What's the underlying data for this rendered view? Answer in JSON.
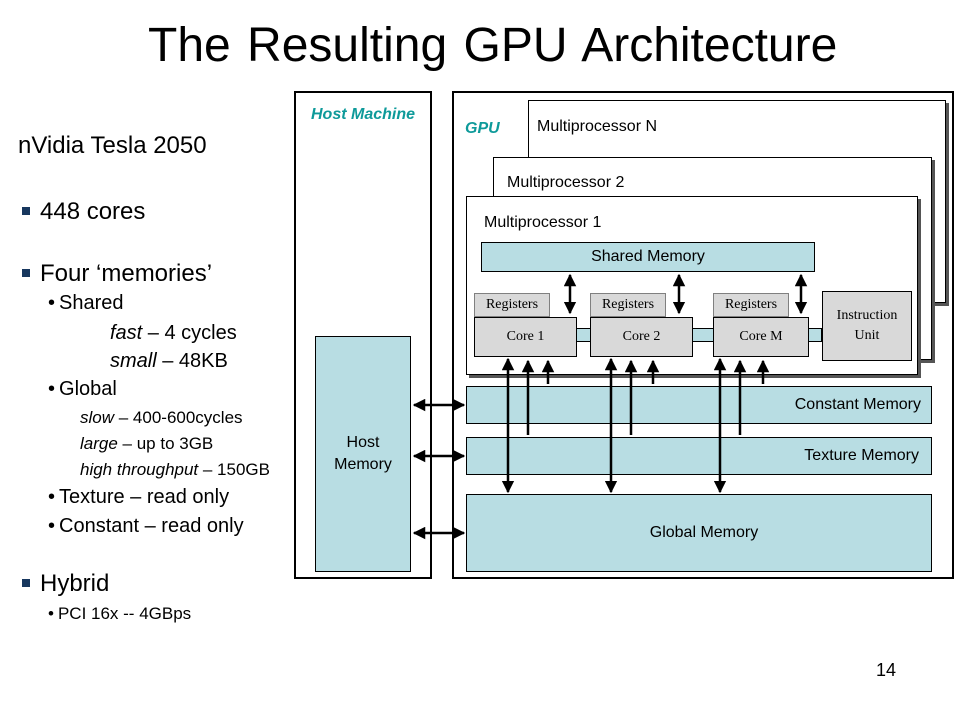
{
  "title": "The Resulting GPU Architecture",
  "page_number": "14",
  "left": {
    "heading": "nVidia Tesla 2050",
    "cores": "448 cores",
    "memories": "Four ‘memories’",
    "shared": {
      "label": "Shared",
      "fast_word": "fast",
      "fast_rest": " – 4 cycles",
      "small_word": "small",
      "small_rest": " – 48KB"
    },
    "global": {
      "label": "Global",
      "slow_word": "slow",
      "slow_rest": " – 400-600cycles",
      "large_word": "large",
      "large_rest": " – up to 3GB",
      "throughput_word": "high throughput",
      "throughput_rest": " – 150GB"
    },
    "texture": "Texture – read only",
    "constant": "Constant – read only",
    "hybrid": "Hybrid",
    "pci": "PCI 16x -- 4GBps"
  },
  "diagram": {
    "host_machine": "Host Machine",
    "host_memory": "Host Memory",
    "gpu": "GPU",
    "mp_n": "Multiprocessor N",
    "mp_2": "Multiprocessor 2",
    "mp_1": "Multiprocessor 1",
    "shared_memory": "Shared Memory",
    "registers": [
      "Registers",
      "Registers",
      "Registers"
    ],
    "cores": [
      "Core 1",
      "Core 2",
      "Core M"
    ],
    "instruction_unit": "Instruction Unit",
    "constant_memory": "Constant Memory",
    "texture_memory": "Texture Memory",
    "global_memory": "Global Memory"
  }
}
